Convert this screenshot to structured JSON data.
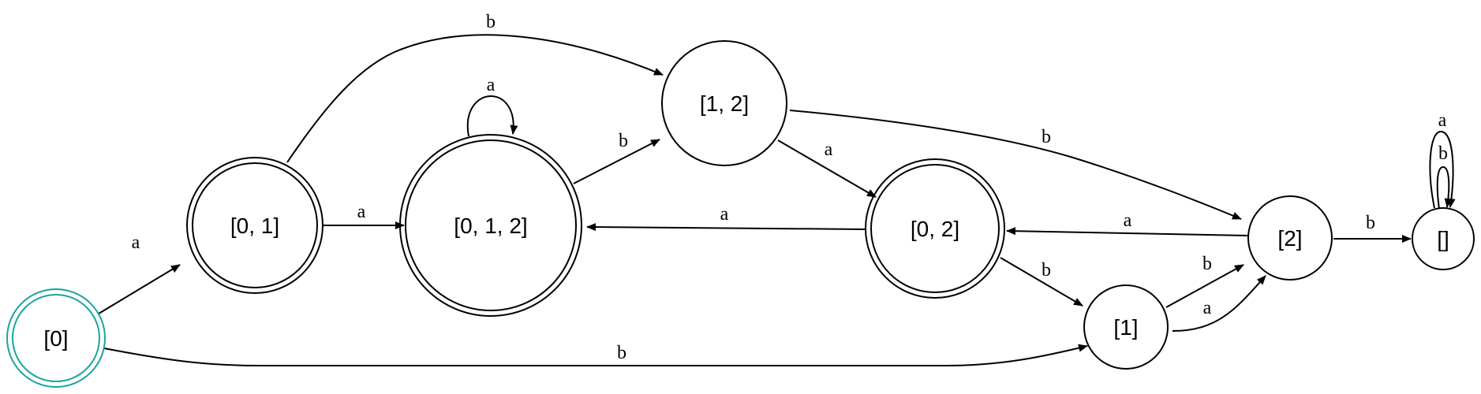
{
  "colors": {
    "start_state": "#1aa5a0",
    "stroke": "#000000"
  },
  "states": {
    "s0": {
      "label": "[0]",
      "accepting": true,
      "start": true
    },
    "s01": {
      "label": "[0, 1]",
      "accepting": true,
      "start": false
    },
    "s012": {
      "label": "[0, 1, 2]",
      "accepting": true,
      "start": false
    },
    "s12": {
      "label": "[1, 2]",
      "accepting": false,
      "start": false
    },
    "s02": {
      "label": "[0, 2]",
      "accepting": true,
      "start": false
    },
    "s1": {
      "label": "[1]",
      "accepting": false,
      "start": false
    },
    "s2": {
      "label": "[2]",
      "accepting": false,
      "start": false
    },
    "sE": {
      "label": "[]",
      "accepting": false,
      "start": false
    }
  },
  "transitions": [
    {
      "from": "[0]",
      "to": "[0, 1]",
      "symbol": "a"
    },
    {
      "from": "[0]",
      "to": "[1]",
      "symbol": "b"
    },
    {
      "from": "[0, 1]",
      "to": "[1, 2]",
      "symbol": "b"
    },
    {
      "from": "[0, 1]",
      "to": "[0, 1, 2]",
      "symbol": "a"
    },
    {
      "from": "[0, 1, 2]",
      "to": "[0, 1, 2]",
      "symbol": "a"
    },
    {
      "from": "[0, 1, 2]",
      "to": "[1, 2]",
      "symbol": "b"
    },
    {
      "from": "[1, 2]",
      "to": "[0, 2]",
      "symbol": "a"
    },
    {
      "from": "[1, 2]",
      "to": "[2]",
      "symbol": "b"
    },
    {
      "from": "[0, 2]",
      "to": "[0, 1, 2]",
      "symbol": "a"
    },
    {
      "from": "[0, 2]",
      "to": "[1]",
      "symbol": "b"
    },
    {
      "from": "[1]",
      "to": "[2]",
      "symbol": "b"
    },
    {
      "from": "[1]",
      "to": "[2]",
      "symbol": "a"
    },
    {
      "from": "[2]",
      "to": "[0, 2]",
      "symbol": "a"
    },
    {
      "from": "[2]",
      "to": "[]",
      "symbol": "b"
    },
    {
      "from": "[]",
      "to": "[]",
      "symbol": "a"
    },
    {
      "from": "[]",
      "to": "[]",
      "symbol": "b"
    }
  ]
}
